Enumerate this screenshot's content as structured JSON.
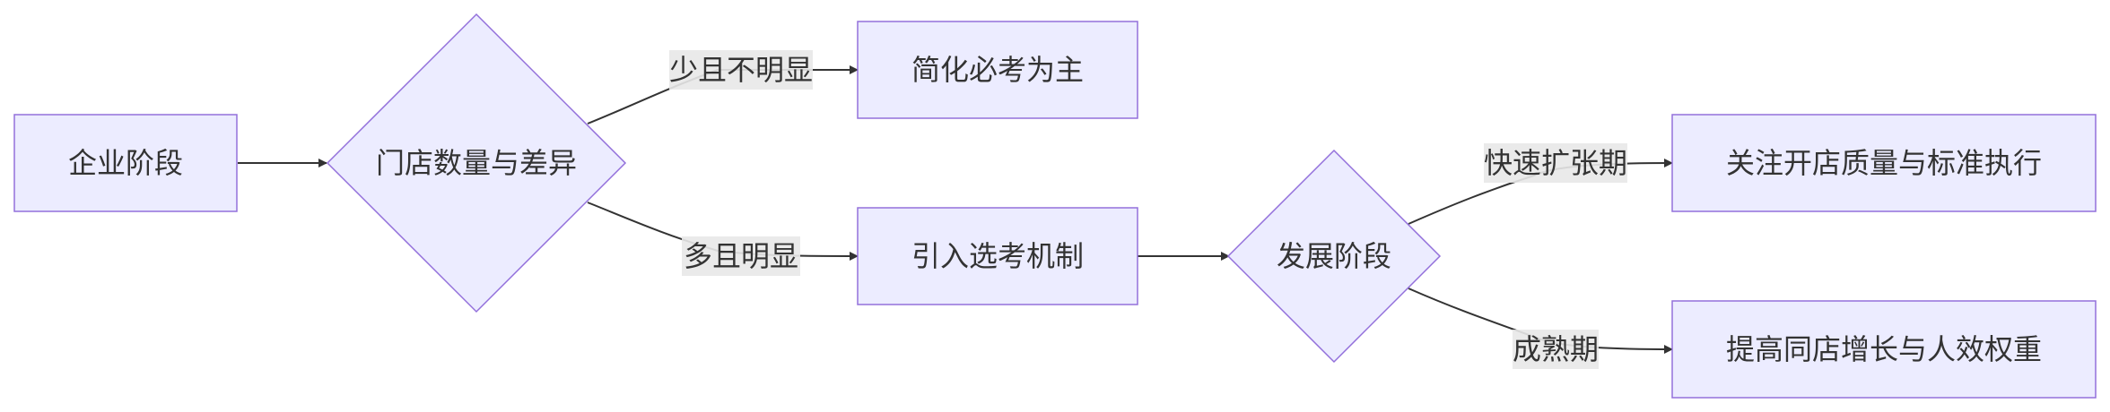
{
  "nodes": {
    "stage": "企业阶段",
    "store_diff": "门店数量与差异",
    "simplify": "简化必考为主",
    "mechanism": "引入选考机制",
    "dev_stage": "发展阶段",
    "quality": "关注开店质量与标准执行",
    "growth": "提高同店增长与人效权重"
  },
  "edges": {
    "few": "少且不明显",
    "many": "多且明显",
    "expansion": "快速扩张期",
    "mature": "成熟期"
  },
  "colors": {
    "node_fill": "#ececff",
    "node_stroke": "#9370db",
    "edge": "#333333",
    "label_bg": "#e8e8e8",
    "text": "#333333"
  }
}
